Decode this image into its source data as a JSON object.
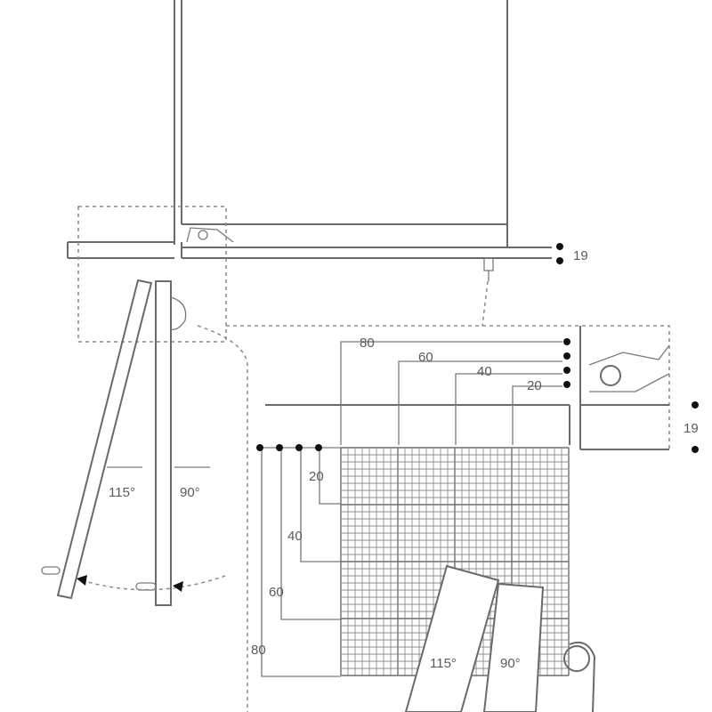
{
  "dimensions": {
    "top_gap": "19",
    "side_gap": "19",
    "horizontal_offsets": [
      "80",
      "60",
      "40",
      "20"
    ],
    "vertical_offsets": [
      "20",
      "40",
      "60",
      "80"
    ]
  },
  "angles": {
    "left_open": "115°",
    "left_closed": "90°",
    "detail_open": "115°",
    "detail_closed": "90°"
  },
  "colors": {
    "line": "#6a6a6a",
    "dot": "#111111",
    "text": "#5a5a5a"
  }
}
